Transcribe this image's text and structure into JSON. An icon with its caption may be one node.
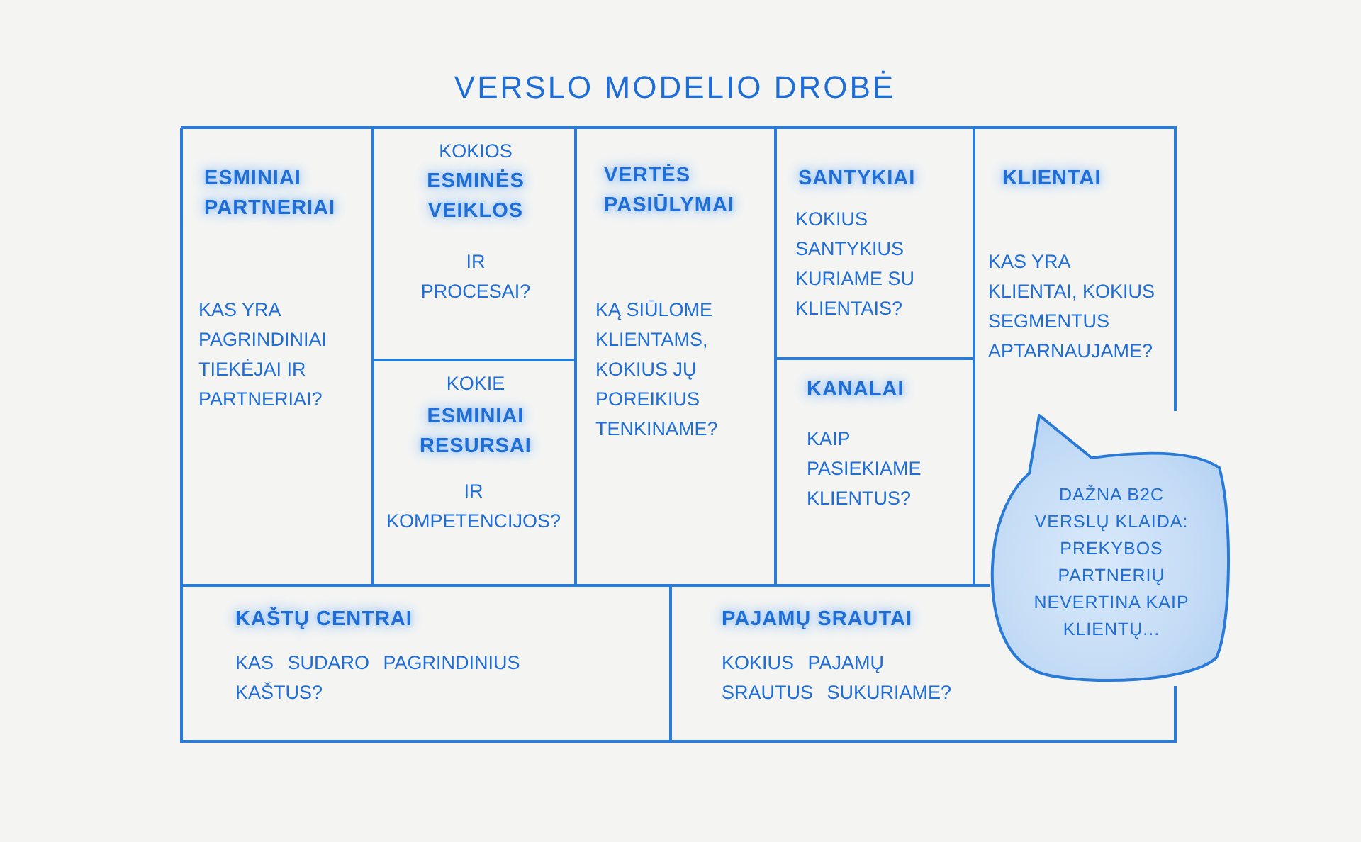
{
  "diagram": {
    "title": "VERSLO MODELIO DROBĖ",
    "nodes": [
      {
        "text": [
          "ESMINIAI PARTNERIAI",
          "KAS YRA PAGRINDINIAI TIEKĖJAI IR PARTNERIAI?"
        ]
      },
      {
        "text": [
          "KOKIOS",
          "ESMINĖS VEIKLOS",
          "IR PROCESAI?"
        ]
      },
      {
        "text": [
          "KOKIE",
          "ESMINIAI RESURSAI",
          "IR KOMPETENCIJOS?"
        ]
      },
      {
        "text": [
          "VERTĖS PASIŪLYMAI",
          "KĄ SIŪLOME KLIENTAMS, KOKIUS JŲ POREIKIUS TENKINAME?"
        ]
      },
      {
        "text": [
          "SANTYKIAI",
          "KOKIUS SANTYKIUS KURIAME SU KLIENTAIS?"
        ]
      },
      {
        "text": [
          "KANALAI",
          "KAIP PASIEKIAME KLIENTUS?"
        ]
      },
      {
        "text": [
          "KLIENTAI",
          "KAS YRA KLIENTAI, KOKIUS SEGMENTUS APTARNAUJAME?"
        ]
      },
      {
        "text": [
          "KAŠTŲ CENTRAI",
          "KAS SUDARO PAGRINDINIUS KAŠTUS?"
        ]
      },
      {
        "text": [
          "PAJAMŲ SRAUTAI",
          "KOKIUS PAJAMŲ SRAUTUS SUKURIAME?"
        ]
      },
      {
        "text": [
          "DAŽNA B2C VERSLŲ KLAIDA: PREKYBOS PARTNERIŲ NEVERTINA KAIP KLIENTŲ..."
        ]
      }
    ]
  }
}
